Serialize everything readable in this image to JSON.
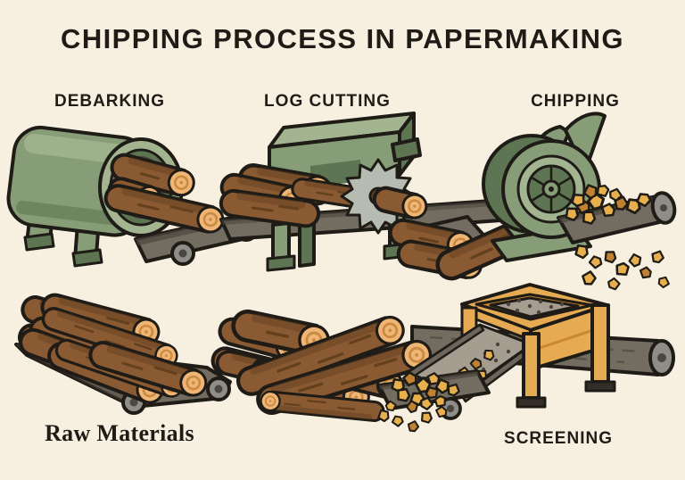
{
  "title": "CHIPPING PROCESS IN PAPERMAKING",
  "stages": {
    "debarking": {
      "label": "DEBARKING"
    },
    "log_cutting": {
      "label": "LOG CUTTING"
    },
    "chipping": {
      "label": "CHIPPING"
    },
    "raw_materials": {
      "label": "Raw Materials"
    },
    "screening": {
      "label": "SCREENING"
    }
  },
  "colors": {
    "background": "#f7efdf",
    "ink": "#1f1c17",
    "machine_green": "#879d77",
    "machine_green_light": "#a2b590",
    "machine_green_dark": "#5d7552",
    "log_brown": "#8a5a32",
    "log_brown_dark": "#63411f",
    "log_end_tan": "#efb575",
    "log_end_ring": "#c98a43",
    "conveyor_gray": "#736c60",
    "conveyor_dark": "#4b463e",
    "roller_gray": "#8f8d88",
    "saw_gray": "#b7bcb2",
    "chip_gold": "#e7b04c",
    "chip_dark": "#c08232",
    "screen_amber": "#e6ab52",
    "screen_amber_dark": "#c8882f",
    "screen_tray_gray": "#a49d90"
  }
}
